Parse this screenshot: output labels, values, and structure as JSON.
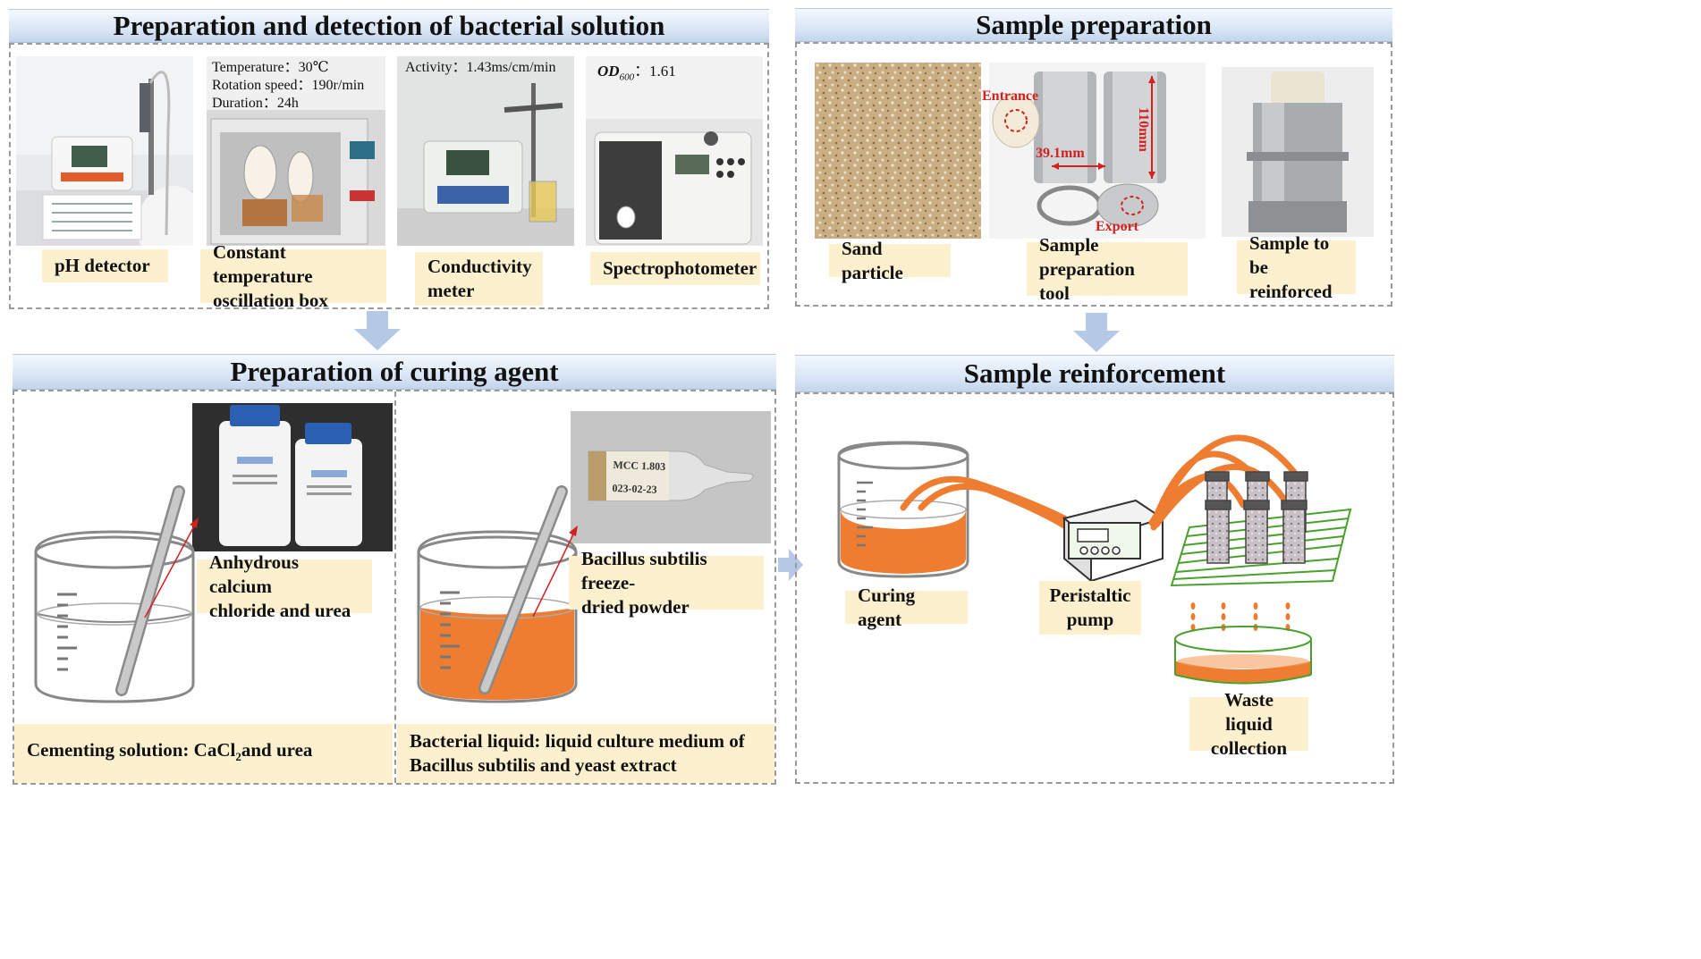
{
  "sections": {
    "bacterial": {
      "title": "Preparation and detection of bacterial solution"
    },
    "sample_prep": {
      "title": "Sample preparation"
    },
    "curing": {
      "title": "Preparation of curing agent"
    },
    "reinforce": {
      "title": "Sample reinforcement"
    }
  },
  "bacterial_items": [
    {
      "label": "pH detector"
    },
    {
      "label_line1": "Constant temperature",
      "label_line2": "oscillation box",
      "overlay_line1": "Temperature：30℃",
      "overlay_line2": "Rotation speed：190r/min",
      "overlay_line3": "Duration：24h"
    },
    {
      "label_line1": "Conductivity",
      "label_line2": "meter",
      "overlay": "Activity：1.43ms/cm/min"
    },
    {
      "label": "Spectrophotometer",
      "overlay_var": "OD",
      "overlay_sub": "600",
      "overlay_value": "：1.61"
    }
  ],
  "sample_prep_items": [
    {
      "label": "Sand particle"
    },
    {
      "label_line1": "Sample preparation",
      "label_line2": "tool",
      "annot_entrance": "Entrance",
      "annot_export": "Export",
      "annot_diameter": "39.1mm",
      "annot_height": "110mm"
    },
    {
      "label_line1": "Sample to be",
      "label_line2": "reinforced"
    }
  ],
  "curing_items": {
    "reagent_label_line1": "Anhydrous calcium",
    "reagent_label_line2": "chloride and urea",
    "powder_label_line1": "Bacillus subtilis freeze-",
    "powder_label_line2": "dried powder",
    "vial_text_line1": "MCC 1.803",
    "vial_text_line2": "023-02-23",
    "cementing_prefix": "Cementing solution: CaCl",
    "cementing_sub": "2",
    "cementing_suffix": "and urea",
    "bacterial_line1": "Bacterial liquid: liquid culture medium of",
    "bacterial_line2": "Bacillus subtilis and yeast extract"
  },
  "reinforce_items": {
    "curing_agent": "Curing agent",
    "pump_line1": "Peristaltic",
    "pump_line2": "pump",
    "waste_line1": "Waste liquid",
    "waste_line2": "collection"
  },
  "colors": {
    "orange": "#ee7d31",
    "label_bg": "#fcf0cf",
    "header_blue": "#dce8f6",
    "arrow_blue": "#b5c8e6",
    "annotation_red": "#d42020"
  }
}
